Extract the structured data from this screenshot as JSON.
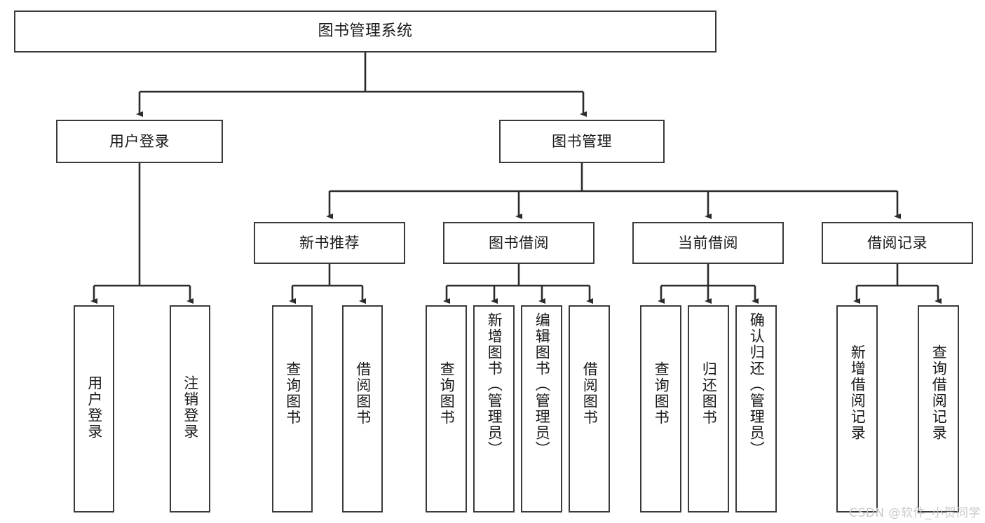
{
  "diagram": {
    "type": "tree",
    "title": "图书管理系统",
    "orientation": "top-down",
    "style": {
      "background": "#ffffff",
      "box_border": "#3a3a3a",
      "box_fill": "#ffffff",
      "text": "#1a1a1a",
      "connector": "#2b2b2b",
      "watermark": "#c9c9c9"
    }
  },
  "nodes": {
    "root": {
      "label": "图书管理系统"
    },
    "level2": [
      {
        "label": "用户登录"
      },
      {
        "label": "图书管理"
      }
    ],
    "level3": [
      {
        "label": "新书推荐"
      },
      {
        "label": "图书借阅"
      },
      {
        "label": "当前借阅"
      },
      {
        "label": "借阅记录"
      }
    ],
    "leaves": {
      "user_login": [
        {
          "label": "用户登录"
        },
        {
          "label": "注销登录"
        }
      ],
      "new_book_recommend": [
        {
          "label": "查询图书"
        },
        {
          "label": "借阅图书"
        }
      ],
      "book_borrow": [
        {
          "label": "查询图书"
        },
        {
          "label": "新增图书（管理员）"
        },
        {
          "label": "编辑图书（管理员）"
        },
        {
          "label": "借阅图书"
        }
      ],
      "current_borrow": [
        {
          "label": "查询图书"
        },
        {
          "label": "归还图书"
        },
        {
          "label": "确认归还（管理员）"
        }
      ],
      "borrow_record": [
        {
          "label": "新增借阅记录"
        },
        {
          "label": "查询借阅记录"
        }
      ]
    }
  },
  "watermark": {
    "text": "CSDN @软件_小贺同学"
  }
}
